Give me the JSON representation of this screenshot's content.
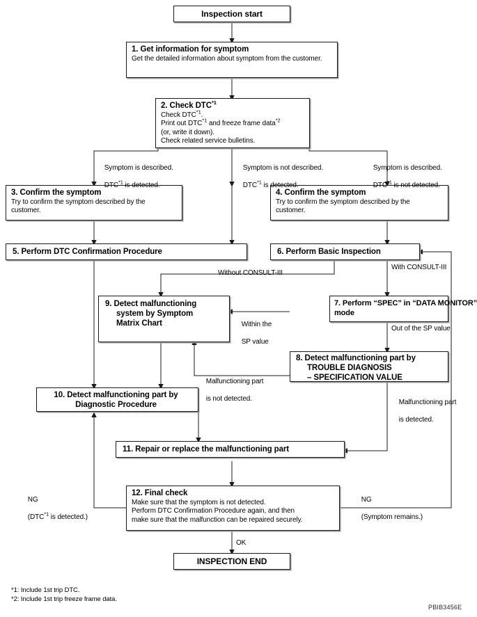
{
  "figure": {
    "id": "PBIB3456E",
    "type": "work-flow-flowchart"
  },
  "nodes": {
    "start": {
      "title": "Inspection start"
    },
    "n1": {
      "title": "1. Get information for symptom",
      "body": "Get the detailed information about symptom from the customer."
    },
    "n2": {
      "title": "2. Check DTC*1",
      "line1": "Check DTC*1.",
      "line2": "Print out DTC*1 and freeze frame data*2",
      "line3": "(or, write it down).",
      "line4": "Check related service bulletins."
    },
    "n3": {
      "title": "3. Confirm the symptom",
      "body": "Try to confirm the symptom described by the customer."
    },
    "n4": {
      "title": "4. Confirm the symptom",
      "body": "Try to confirm the symptom described by the customer."
    },
    "n5": {
      "title": "5. Perform DTC Confirmation Procedure"
    },
    "n6": {
      "title": "6. Perform Basic Inspection"
    },
    "n7": {
      "title_l1": "7. Perform “SPEC” in “DATA MONITOR”",
      "title_l2": "mode"
    },
    "n8": {
      "title_l1": "8. Detect malfunctioning part by",
      "title_l2": "TROUBLE DIAGNOSIS",
      "title_l3": "– SPECIFICATION VALUE"
    },
    "n9": {
      "title_l1": "9. Detect malfunctioning",
      "title_l2": "system by Symptom",
      "title_l3": "Matrix Chart"
    },
    "n10": {
      "title_l1": "10. Detect malfunctioning part by",
      "title_l2": "Diagnostic Procedure"
    },
    "n11": {
      "title": "11. Repair or replace the malfunctioning part"
    },
    "n12": {
      "title": "12. Final check",
      "line1": "Make sure that the symptom is not detected.",
      "line2": "Perform DTC Confirmation Procedure again, and then",
      "line3": "make sure that the malfunction can be repaired securely."
    },
    "end": {
      "title": "INSPECTION END"
    }
  },
  "edge_labels": {
    "branch_left_l1": "Symptom is described.",
    "branch_left_l2": "DTC*1 is detected.",
    "branch_mid_l1": "Symptom is not described.",
    "branch_mid_l2": "DTC*1 is detected.",
    "branch_right_l1": "Symptom is described.",
    "branch_right_l2": "DTC*1 is not detected.",
    "without_consult": "Without CONSULT-III",
    "with_consult": "With CONSULT-III",
    "within_sp_l1": "Within the",
    "within_sp_l2": "SP value",
    "out_of_sp": "Out of the SP value",
    "mal_not_detected_l1": "Malfunctioning part",
    "mal_not_detected_l2": "is not detected.",
    "mal_detected_l1": "Malfunctioning part",
    "mal_detected_l2": "is detected.",
    "ng_left_l1": "NG",
    "ng_left_l2": "(DTC*1 is detected.)",
    "ng_right_l1": "NG",
    "ng_right_l2": "(Symptom remains.)",
    "ok": "OK"
  },
  "footnotes": {
    "f1": "*1: Include 1st trip DTC.",
    "f2": "*2: Include 1st trip freeze frame data."
  },
  "colors": {
    "line": "#1a1a1a",
    "shadow": "#9a9a9a",
    "background": "#ffffff",
    "text": "#000000"
  }
}
